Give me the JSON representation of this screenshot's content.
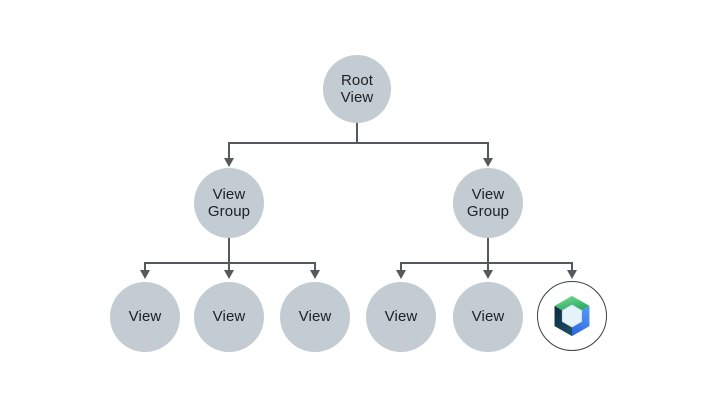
{
  "diagram": {
    "background": "#ffffff",
    "nodes": {
      "root": {
        "label": "Root\nView"
      },
      "group_left": {
        "label": "View\nGroup"
      },
      "group_right": {
        "label": "View\nGroup"
      },
      "view_l1": {
        "label": "View"
      },
      "view_l2": {
        "label": "View"
      },
      "view_l3": {
        "label": "View"
      },
      "view_r1": {
        "label": "View"
      },
      "view_r2": {
        "label": "View"
      },
      "compose_leaf": {
        "icon": "jetpack-compose-logo"
      }
    },
    "colors": {
      "node_fill": "#C3CCD2",
      "connector": "#55585D",
      "text": "#202124",
      "compose_outline": "#3C4043",
      "compose_green_light": "#79DC93",
      "compose_green": "#2EAC64",
      "compose_blue_light": "#5598F6",
      "compose_blue": "#3069E0",
      "compose_navy": "#0C2C40",
      "compose_navy_light": "#1E5068",
      "compose_inner_hex": "#E6F3FA"
    }
  }
}
